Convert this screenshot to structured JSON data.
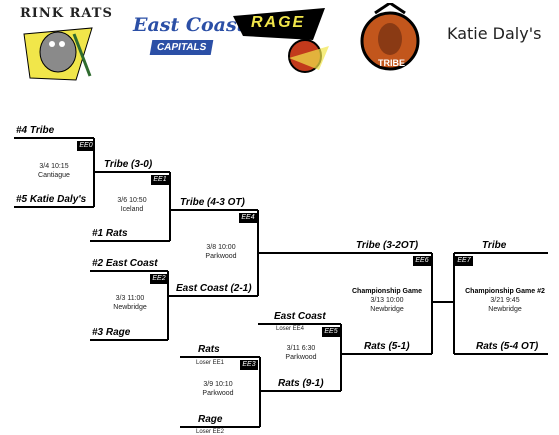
{
  "logos": {
    "rink_rats": "RINK RATS",
    "east_coast": "East Coast",
    "east_coast_sub": "CAPITALS",
    "rage": "RAGE",
    "tribe": "TRIBE",
    "katie_dalys": "Katie Daly's"
  },
  "games": {
    "ee0": {
      "id": "EE0",
      "date": "3/4  10:15",
      "venue": "Cantiague",
      "top": "#4 Tribe",
      "bottom": "#5 Katie Daly's"
    },
    "ee1": {
      "id": "EE1",
      "date": "3/6  10:50",
      "venue": "Iceland",
      "top": "Tribe  (3-0)",
      "bottom": "#1 Rats"
    },
    "ee2": {
      "id": "EE2",
      "date": "3/3  11:00",
      "venue": "Newbridge",
      "top": "#2 East Coast",
      "bottom": "#3 Rage"
    },
    "ee3": {
      "id": "EE3",
      "date": "3/9  10:10",
      "venue": "Parkwood",
      "top": "Rats",
      "top_sub": "Loser EE1",
      "bottom": "Rage",
      "bottom_sub": "Loser EE2"
    },
    "ee4": {
      "id": "EE4",
      "date": "3/8  10:00",
      "venue": "Parkwood",
      "top": "Tribe  (4-3 OT)",
      "bottom": "East Coast  (2-1)"
    },
    "ee5": {
      "id": "EE5",
      "date": "3/11  6:30",
      "venue": "Parkwood",
      "top": "East Coast",
      "top_sub": "Loser EE4",
      "bottom": "Rats  (9-1)"
    },
    "ee6": {
      "id": "EE6",
      "title": "Championship Game",
      "date": "3/13  10:00",
      "venue": "Newbridge",
      "top": "Tribe  (3-2OT)",
      "bottom": "Rats  (5-1)"
    },
    "ee7": {
      "id": "EE7",
      "title": "Championship Game #2",
      "date": "3/21  9:45",
      "venue": "Newbridge",
      "top": "Tribe",
      "bottom": "Rats  (5-4 OT)"
    }
  },
  "colors": {
    "line": "#000000",
    "yellow": "#f1e64a",
    "blue": "#2b4fa6",
    "orange": "#c2561c"
  }
}
